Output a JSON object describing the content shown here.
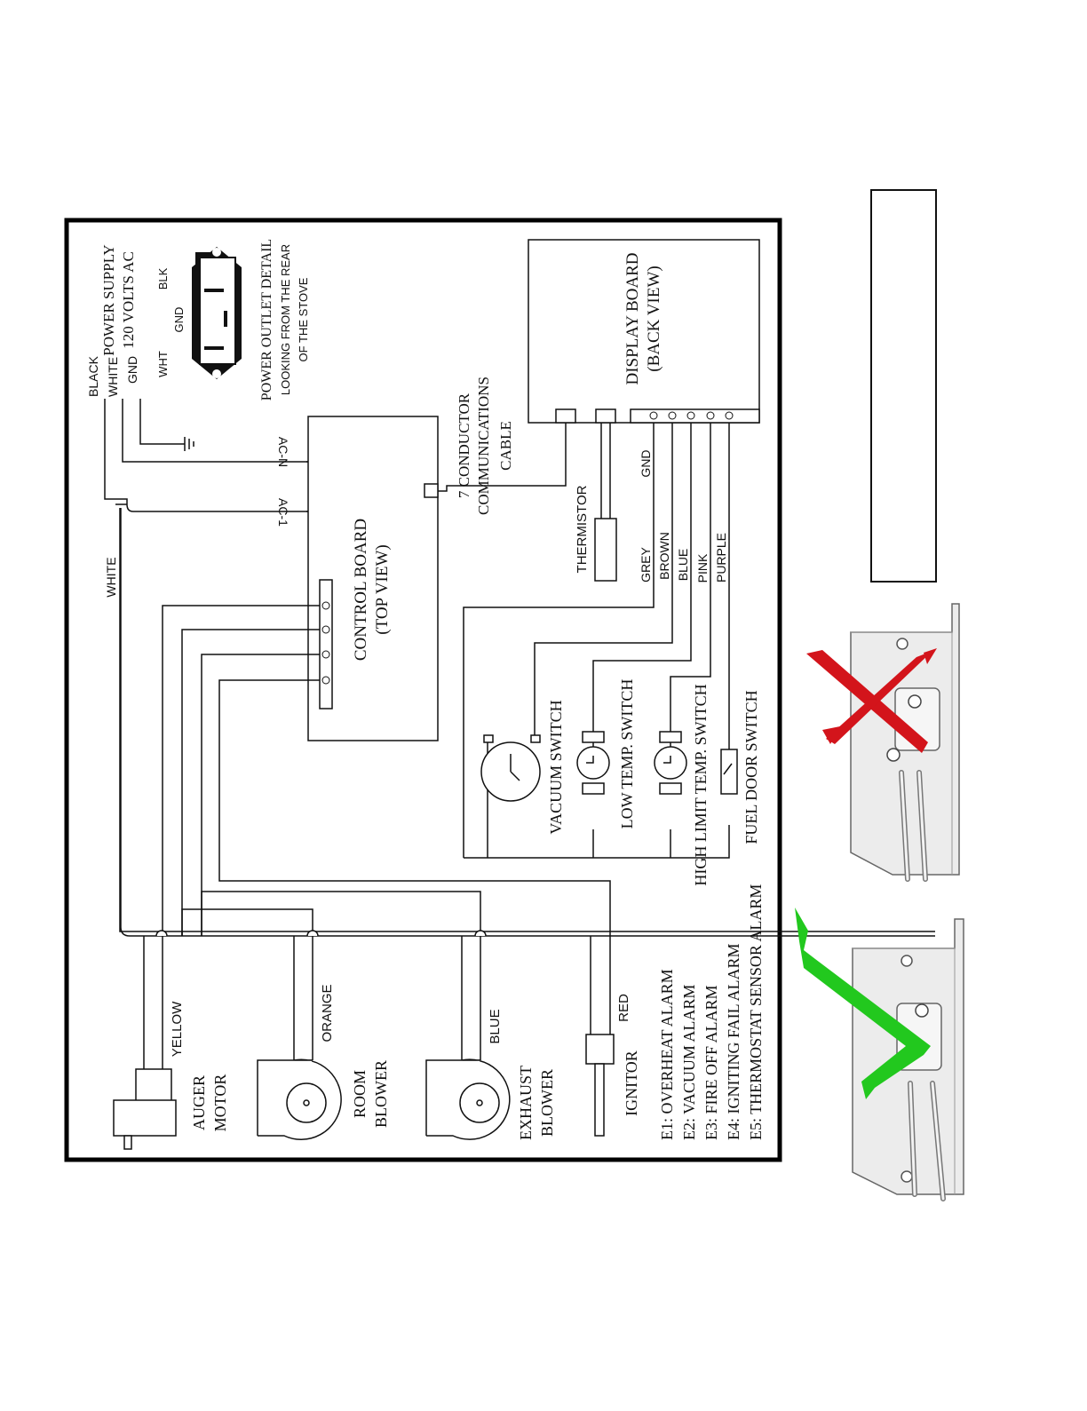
{
  "power": {
    "title_line1": "POWER SUPPLY",
    "title_line2": "120 VOLTS AC",
    "wire_black": "BLACK",
    "wire_white": "WHITE",
    "wire_gnd": "GND",
    "outlet_blk": "BLK",
    "outlet_gnd": "GND",
    "outlet_wht": "WHT",
    "outlet_detail_line1": "POWER OUTLET DETAIL",
    "outlet_detail_line2": "LOOKING FROM THE REAR",
    "outlet_detail_line3": "OF THE STOVE"
  },
  "control_board": {
    "title_line1": "CONTROL BOARD",
    "title_line2": "(TOP VIEW)",
    "ac_n": "AC-N",
    "ac_1": "AC-1"
  },
  "display_board": {
    "title_line1": "DISPLAY BOARD",
    "title_line2": "(BACK VIEW)"
  },
  "cable": {
    "line1": "7 CONDUCTOR",
    "line2": "COMMUNICATIONS",
    "line3": "CABLE"
  },
  "thermistor": "THERMISTOR",
  "display_wires": [
    "GREY",
    "BROWN",
    "BLUE",
    "PINK",
    "PURPLE"
  ],
  "display_gnd": "GND",
  "switches": {
    "vacuum": "VACUUM SWITCH",
    "low_temp": "LOW TEMP. SWITCH",
    "high_limit": "HIGH LIMIT TEMP. SWITCH",
    "fuel_door": "FUEL DOOR SWITCH"
  },
  "main_wire_white": "WHITE",
  "loads": {
    "auger_wire": "YELLOW",
    "auger_line1": "AUGER",
    "auger_line2": "MOTOR",
    "room_wire": "ORANGE",
    "room_line1": "ROOM",
    "room_line2": "BLOWER",
    "exhaust_wire": "BLUE",
    "exhaust_line1": "EXHAUST",
    "exhaust_line2": "BLOWER",
    "ignitor_wire": "RED",
    "ignitor": "IGNITOR"
  },
  "alarms": [
    "E1: OVERHEAT ALARM",
    "E2: VACUUM ALARM",
    "E3: FIRE OFF ALARM",
    "E4: IGNITING FAIL ALARM",
    "E5: THERMOSTAT SENSOR ALARM"
  ],
  "colors": {
    "wrong_mark": "#d3141b",
    "right_mark": "#22c81e"
  }
}
